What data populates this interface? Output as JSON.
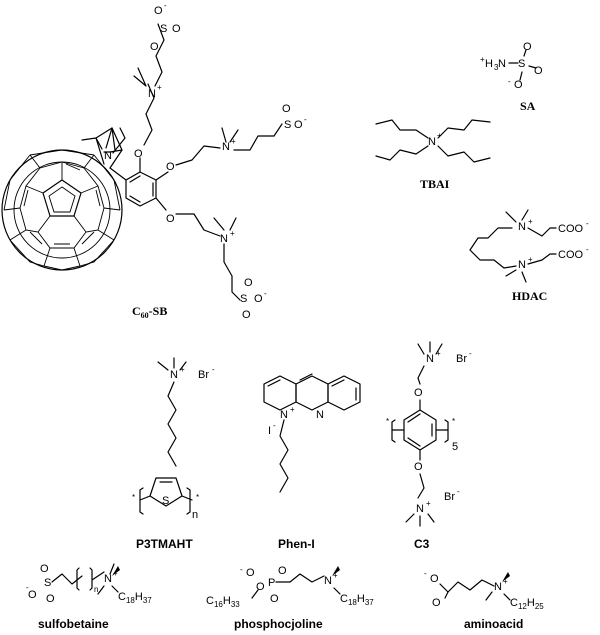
{
  "molecules": {
    "c60sb": {
      "label": "C",
      "sub": "60",
      "suffix": "-SB"
    },
    "sa": {
      "label": "SA"
    },
    "tbai": {
      "label": "TBAI"
    },
    "hdac": {
      "label": "HDAC",
      "coo1": "COO",
      "coo2": "COO"
    },
    "p3tmaht": {
      "label": "P3TMAHT",
      "br": "Br",
      "n": "n",
      "s": "S"
    },
    "phen": {
      "label": "Phen-I",
      "iodide": "I",
      "n": "N"
    },
    "c3": {
      "label": "C3",
      "br1": "Br",
      "br2": "Br",
      "rep": "5"
    },
    "sulfobetaine": {
      "label": "sulfobetaine",
      "chain": "C",
      "chain_sub": "18",
      "chain_sub2": "H",
      "chain_sub3": "37",
      "n": "n"
    },
    "phosphocoline": {
      "label": "phosphocjoline",
      "c16": "C",
      "c16_sub": "16",
      "c16_h": "H",
      "c16_hsub": "33",
      "c18": "C",
      "c18_sub": "18",
      "c18_h": "H",
      "c18_hsub": "37",
      "p": "P"
    },
    "aminoacid": {
      "label": "aminoacid",
      "c12": "C",
      "c12_sub": "12",
      "c12_h": "H",
      "c12_hsub": "25"
    }
  }
}
